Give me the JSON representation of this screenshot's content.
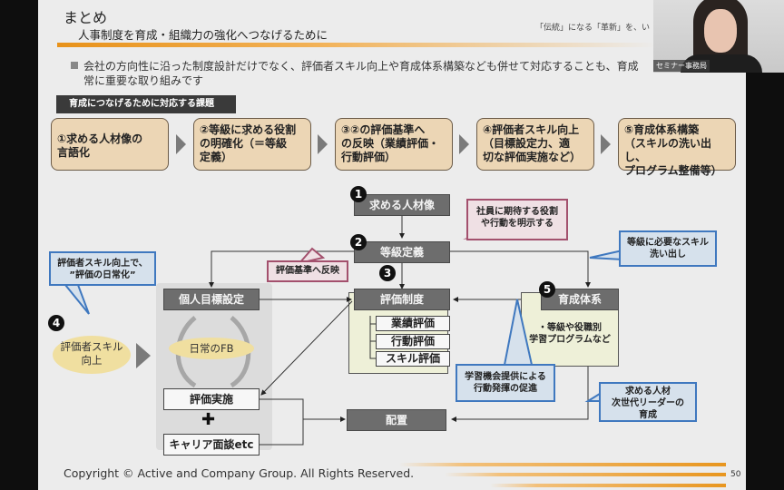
{
  "slide": {
    "title": "まとめ",
    "subtitle": "人事制度を育成・組織力の強化へつなげるために",
    "motto": "「伝統」になる「革新」を、い",
    "bullet": "会社の方向性に沿った制度設計だけでなく、評価者スキル向上や育成体系構築なども併せて対応することも、育成",
    "bullet_line2": "常に重要な取り組みです",
    "issues_label": "育成につなげるために対応する課題",
    "issues": [
      {
        "line1": "①求める人材像の",
        "line2": "言語化",
        "line3": ""
      },
      {
        "line1": "②等級に求める役割",
        "line2": "の明確化（＝等級",
        "line3": "定義）"
      },
      {
        "line1": "③②の評価基準へ",
        "line2": "の反映（業績評価・",
        "line3": "行動評価）"
      },
      {
        "line1": "④評価者スキル向上",
        "line2": "（目標設定力、適",
        "line3": "切な評価実施など）"
      },
      {
        "line1": "⑤育成体系構築",
        "line2": "（スキルの洗い出し、",
        "line3": "プログラム整備等）"
      }
    ],
    "diagram": {
      "badges": [
        "1",
        "2",
        "3",
        "4",
        "5"
      ],
      "node_persona": "求める人材像",
      "node_grade": "等級定義",
      "node_eval_system": "評価制度",
      "node_goal_setting": "個人目標設定",
      "node_training": "育成体系",
      "node_placement": "配置",
      "sub_evals": [
        "業績評価",
        "行動評価",
        "スキル評価"
      ],
      "training_desc_line1": "・等級や役職別",
      "training_desc_line2": "学習プログラムなど",
      "daily_fb": "日常のFB",
      "eval_exec": "評価実施",
      "plus": "✚",
      "career_interview": "キャリア面談etc",
      "evaluator_skill_line1": "評価者スキル",
      "evaluator_skill_line2": "向上",
      "callout_roles_line1": "社員に期待する役割",
      "callout_roles_line2": "や行動を明示する",
      "callout_reflect": "評価基準へ反映",
      "callout_skill_line1": "等級に必要なスキル",
      "callout_skill_line2": "洗い出し",
      "callout_daily_line1": "評価者スキル向上で、",
      "callout_daily_line2": "”評価の日常化”",
      "callout_learning_line1": "学習機会提供による",
      "callout_learning_line2": "行動発揮の促進",
      "callout_leader_line1": "求める人材",
      "callout_leader_line2": "次世代リーダーの",
      "callout_leader_line3": "育成"
    },
    "footer": "Copyright © Active and Company Group. All Rights Reserved.",
    "page_number": "50"
  },
  "webcam": {
    "participant_name": "セミナー事務局"
  }
}
